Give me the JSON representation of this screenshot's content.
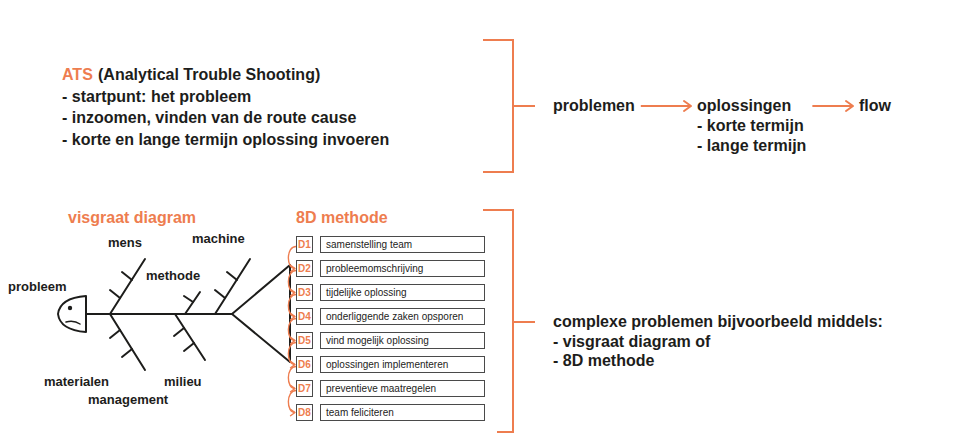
{
  "diagram": {
    "nodes": [
      {
        "text": [
          "problemen"
        ]
      },
      {
        "text": [
          "oplossingen",
          "- korte termijn",
          "- lange termijn"
        ]
      },
      {
        "text": [
          "flow"
        ]
      },
      {
        "text": [
          "D1"
        ]
      },
      {
        "text": [
          "samenstelling team"
        ]
      },
      {
        "text": [
          "D2"
        ]
      },
      {
        "text": [
          "probleemomschrijving"
        ]
      },
      {
        "text": [
          "D3"
        ]
      },
      {
        "text": [
          "tijdelijke oplossing"
        ]
      },
      {
        "text": [
          "D4"
        ]
      },
      {
        "text": [
          "onderliggende zaken opsporen"
        ]
      },
      {
        "text": [
          "D5"
        ]
      },
      {
        "text": [
          "vind mogelijk oplossing"
        ]
      },
      {
        "text": [
          "D6"
        ]
      },
      {
        "text": [
          "oplossingen implementeren"
        ]
      },
      {
        "text": [
          "D7"
        ]
      },
      {
        "text": [
          "preventieve maatregelen"
        ]
      },
      {
        "text": [
          "D8"
        ]
      },
      {
        "text": [
          "team feliciteren"
        ]
      }
    ],
    "edges": [
      {
        "from": 0,
        "to": 1,
        "arrow": "to"
      },
      {
        "from": 1,
        "to": 2,
        "arrow": "to"
      },
      {
        "from": 3,
        "to": 5,
        "arrow": "to"
      },
      {
        "from": 5,
        "to": 7,
        "arrow": "to"
      },
      {
        "from": 7,
        "to": 9,
        "arrow": "to"
      },
      {
        "from": 9,
        "to": 11,
        "arrow": "to"
      },
      {
        "from": 11,
        "to": 13,
        "arrow": "to"
      },
      {
        "from": 13,
        "to": 15,
        "arrow": "to"
      },
      {
        "from": 15,
        "to": 17,
        "arrow": "to"
      }
    ],
    "labels": [
      "ATS",
      "(Analytical Trouble Shooting)",
      "- startpunt: het probleem",
      "- inzoomen, vinden van de route cause",
      "- korte en lange termijn oplossing invoeren",
      "visgraat diagram",
      "8D methode",
      "probleem",
      "mens",
      "methode",
      "machine",
      "materialen",
      "management",
      "milieu",
      "complexe problemen bijvoorbeeld middels:",
      "- visgraat diagram of",
      "- 8D methode"
    ]
  }
}
